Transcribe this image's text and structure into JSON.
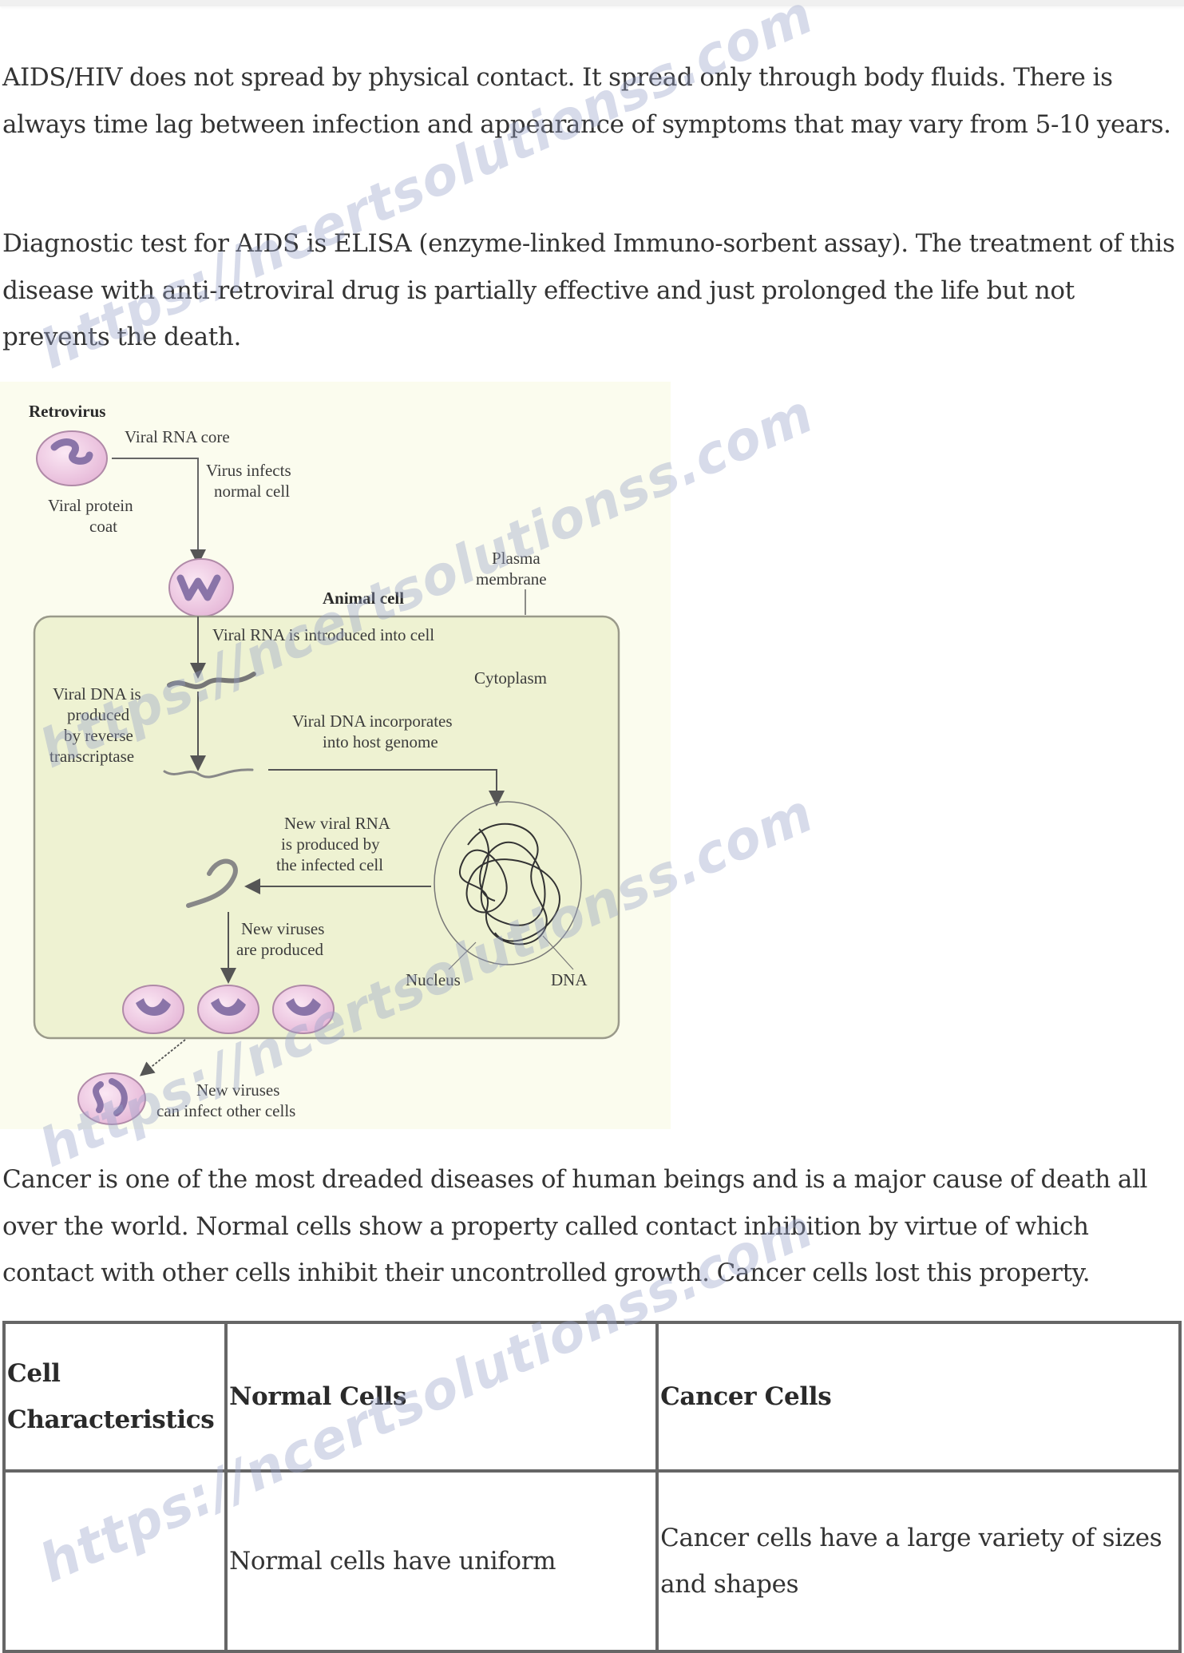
{
  "content": {
    "paragraphs": [
      "AIDS/HIV does not spread by physical contact. It spread only through body fluids. There is always time lag between infection and appearance of symptoms that may vary from 5-10 years.",
      "Diagnostic test for AIDS is ELISA (enzyme-linked Immuno-sorbent assay). The treatment of this disease with anti-retroviral drug is partially effective and just prolonged the life but not prevents the death.",
      "Cancer is one of the most dreaded diseases of human beings and is a major cause of death all over the world. Normal cells show a property called contact inhibition by virtue of which contact with other cells inhibit their uncontrolled growth. Cancer cells lost this property."
    ]
  },
  "diagram": {
    "labels": {
      "retrovirus": "Retrovirus",
      "viral_rna_core": "Viral RNA core",
      "virus_infects_1": "Virus infects",
      "virus_infects_2": "normal cell",
      "viral_protein_1": "Viral protein",
      "viral_protein_2": "coat",
      "plasma_1": "Plasma",
      "plasma_2": "membrane",
      "animal_cell": "Animal cell",
      "rna_introduced": "Viral RNA is introduced into cell",
      "cytoplasm": "Cytoplasm",
      "dna_produced_1": "Viral DNA is",
      "dna_produced_2": "produced",
      "dna_produced_3": "by reverse",
      "dna_produced_4": "transcriptase",
      "dna_incorporates_1": "Viral DNA incorporates",
      "dna_incorporates_2": "into host genome",
      "new_rna_1": "New viral RNA",
      "new_rna_2": "is produced by",
      "new_rna_3": "the infected cell",
      "new_viruses_1": "New viruses",
      "new_viruses_2": "are produced",
      "nucleus": "Nucleus",
      "dna": "DNA",
      "infect_other_1": "New viruses",
      "infect_other_2": "can infect other cells"
    },
    "colors": {
      "outer_bg": "#fbfcee",
      "cell_bg": "#eef2d2",
      "cell_border": "#9a9a8a",
      "virus_fill": "#f0cfe6",
      "virus_core": "#8a74a8",
      "line": "#555555"
    }
  },
  "table": {
    "headers": [
      "Cell Characteristics",
      "Normal Cells",
      "Cancer Cells"
    ],
    "rows": [
      [
        "",
        "Normal cells have uniform",
        "Cancer cells have a large variety of sizes and shapes"
      ]
    ]
  },
  "watermark": {
    "text": "https://ncertsolutionss.com"
  }
}
